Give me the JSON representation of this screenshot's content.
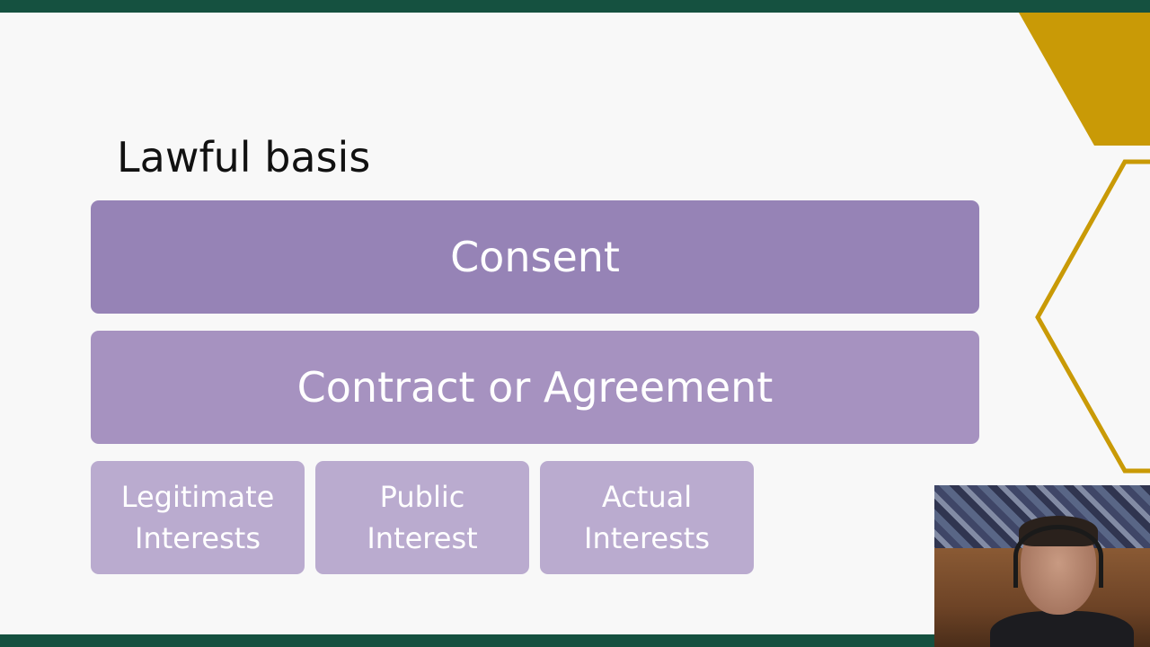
{
  "slide": {
    "title": "Lawful basis",
    "boxes": [
      {
        "label": "Consent"
      },
      {
        "label": "Contract or Agreement"
      }
    ],
    "small_boxes": [
      {
        "line1": "Legitimate",
        "line2": "Interests"
      },
      {
        "line1": "Public",
        "line2": "Interest"
      },
      {
        "line1": "Actual",
        "line2": "Interests"
      }
    ]
  },
  "colors": {
    "bar": "#155140",
    "accent_gold": "#c99a06",
    "box_dark": "#9683b6",
    "box_mid": "#a692c0",
    "box_light": "#baabcf"
  },
  "webcam": {
    "icon": "presenter-webcam"
  }
}
